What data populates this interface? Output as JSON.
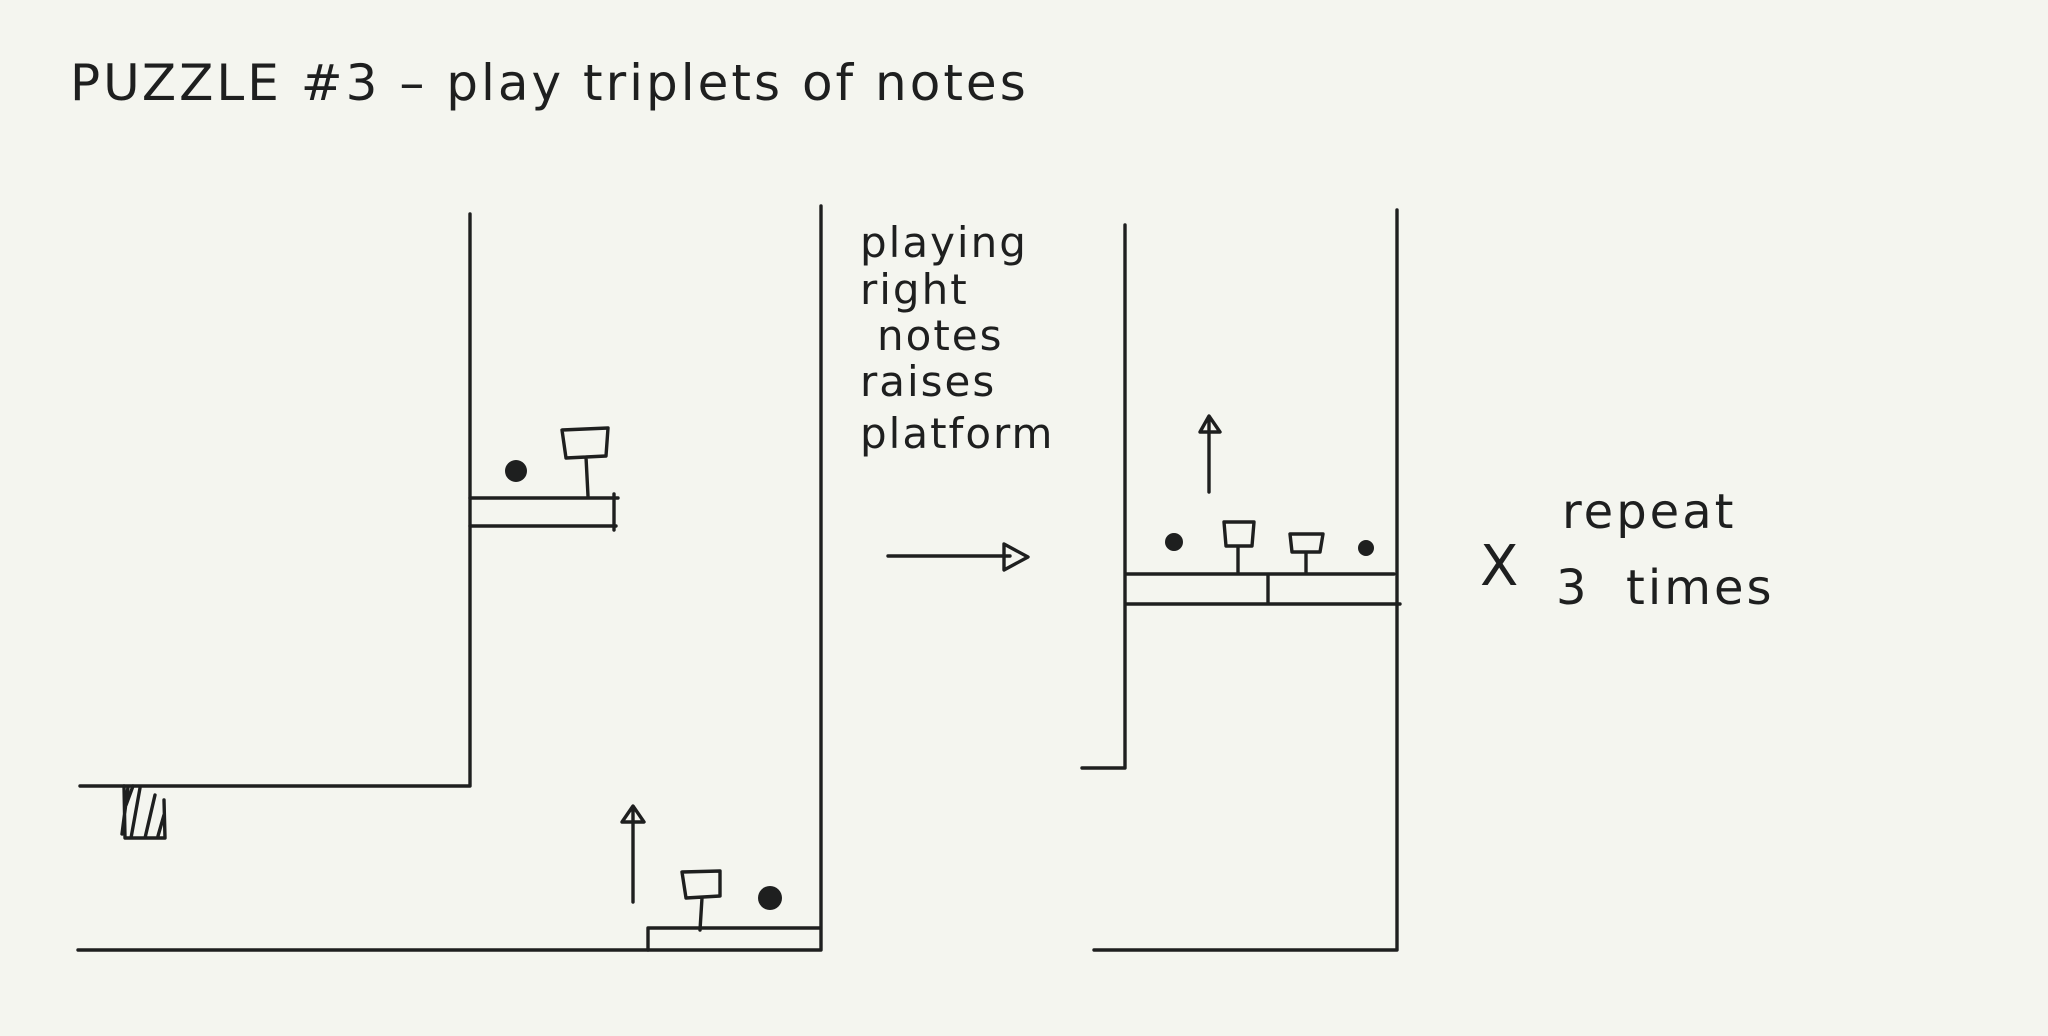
{
  "title": "PUZZLE #3 – play triplets of notes",
  "annotation": {
    "line1": "playing",
    "line2": "right",
    "line3": "notes",
    "line4": "raises",
    "line5": "platform"
  },
  "repeat": {
    "multiplier": "X",
    "line1": "repeat",
    "line2": "3  times"
  },
  "icons": [
    "note-dot-icon",
    "lever-switch-icon",
    "up-arrow-icon",
    "right-arrow-icon",
    "hatched-door-icon"
  ],
  "colors": {
    "ink": "#1e1f1f",
    "paper": "#f4f5ef"
  }
}
